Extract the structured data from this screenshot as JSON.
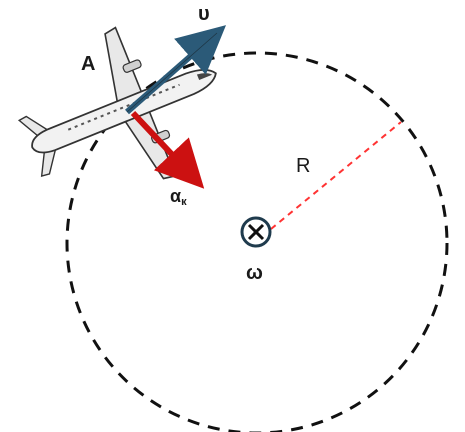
{
  "labels": {
    "point_a": "A",
    "velocity": "υ",
    "acceleration": "α",
    "acceleration_sub": "к",
    "radius": "R",
    "angular_velocity": "ω"
  },
  "colors": {
    "velocity_arrow": "#2b5a78",
    "acceleration_arrow": "#cc1111",
    "radius_line": "#ff3333",
    "circle": "#111111"
  },
  "icons": {
    "aircraft": "airplane-icon",
    "rotation_axis": "cross-in-circle-icon"
  }
}
